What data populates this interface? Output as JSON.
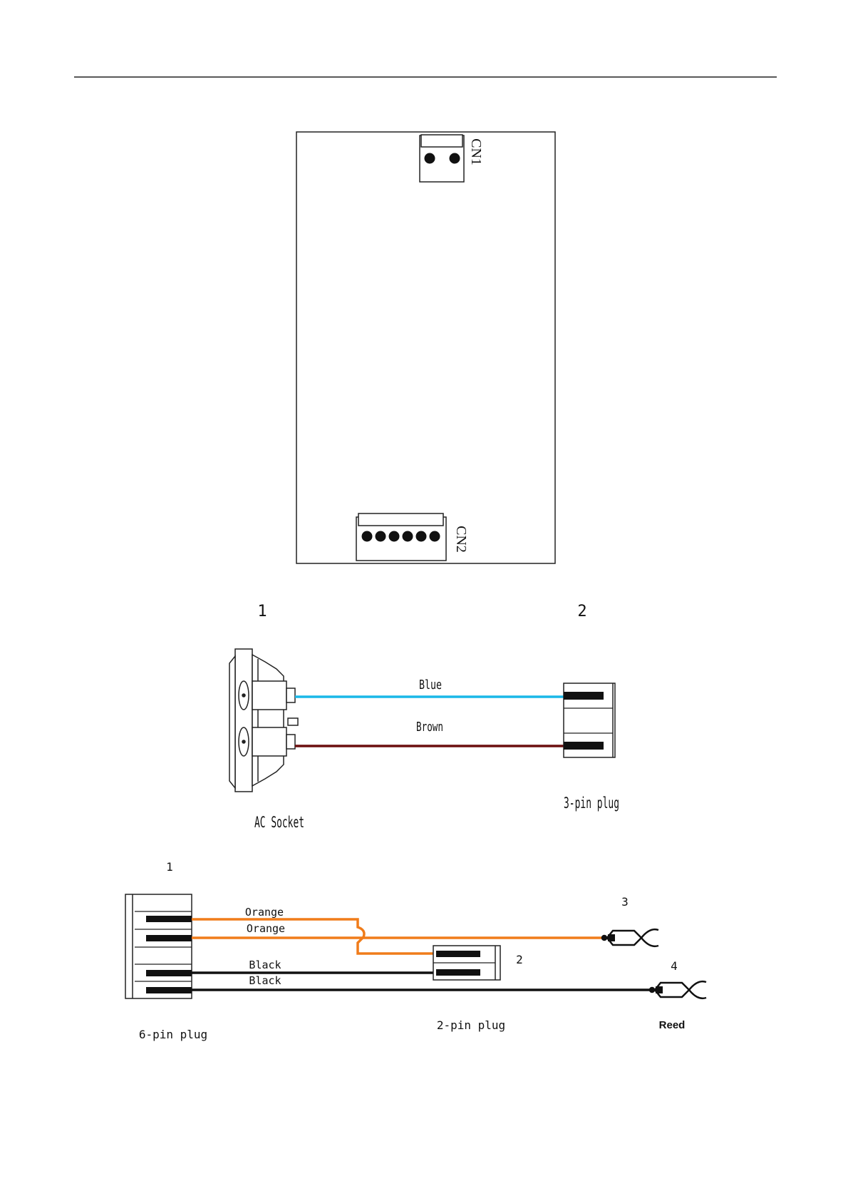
{
  "board": {
    "cn1_label": "CN1",
    "cn2_label": "CN2"
  },
  "power_wiring": {
    "index_left": "1",
    "index_right": "2",
    "wire_top_label": "Blue",
    "wire_bottom_label": "Brown",
    "left_device_label": "AC Socket",
    "right_device_label": "3-pin plug",
    "colors": {
      "blue": "#1ab8e8",
      "brown": "#6b0f0f"
    }
  },
  "sensor_wiring": {
    "index_plug": "1",
    "index_reed_top": "3",
    "index_2pin": "2",
    "index_reed_bottom": "4",
    "wire_labels": [
      "Orange",
      "Orange",
      "Black",
      "Black"
    ],
    "plug6_label": "6-pin plug",
    "plug2_label": "2-pin plug",
    "reed_label": "Reed",
    "colors": {
      "orange": "#f07c1a",
      "black": "#111111"
    }
  }
}
